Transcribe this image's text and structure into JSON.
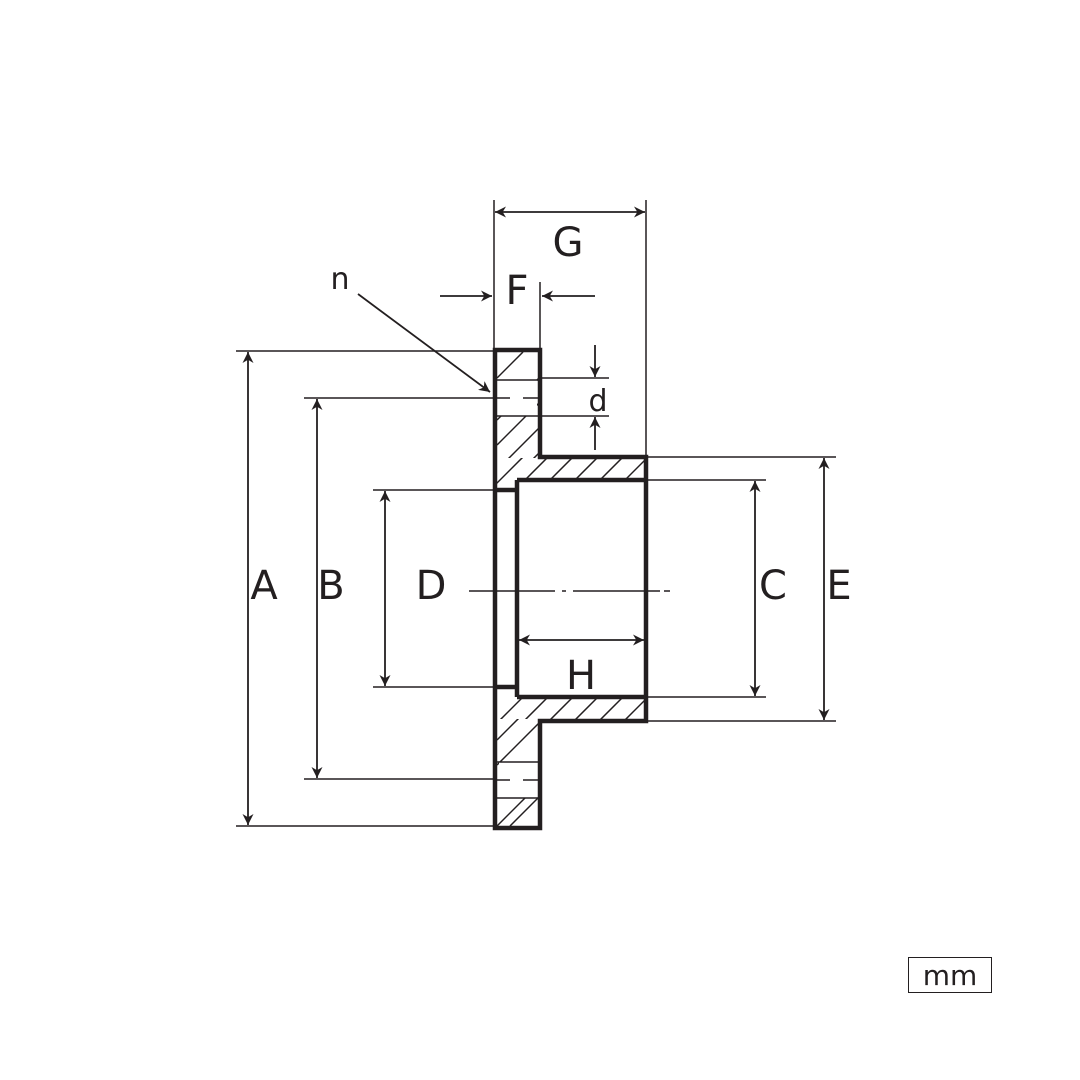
{
  "labels": {
    "a": "A",
    "b": "B",
    "c": "C",
    "d": "D",
    "e": "E",
    "f": "F",
    "g": "G",
    "h": "H",
    "n": "n",
    "hole_d": "d"
  },
  "unit": "mm",
  "colors": {
    "line": "#231f20",
    "background": "#ffffff"
  }
}
